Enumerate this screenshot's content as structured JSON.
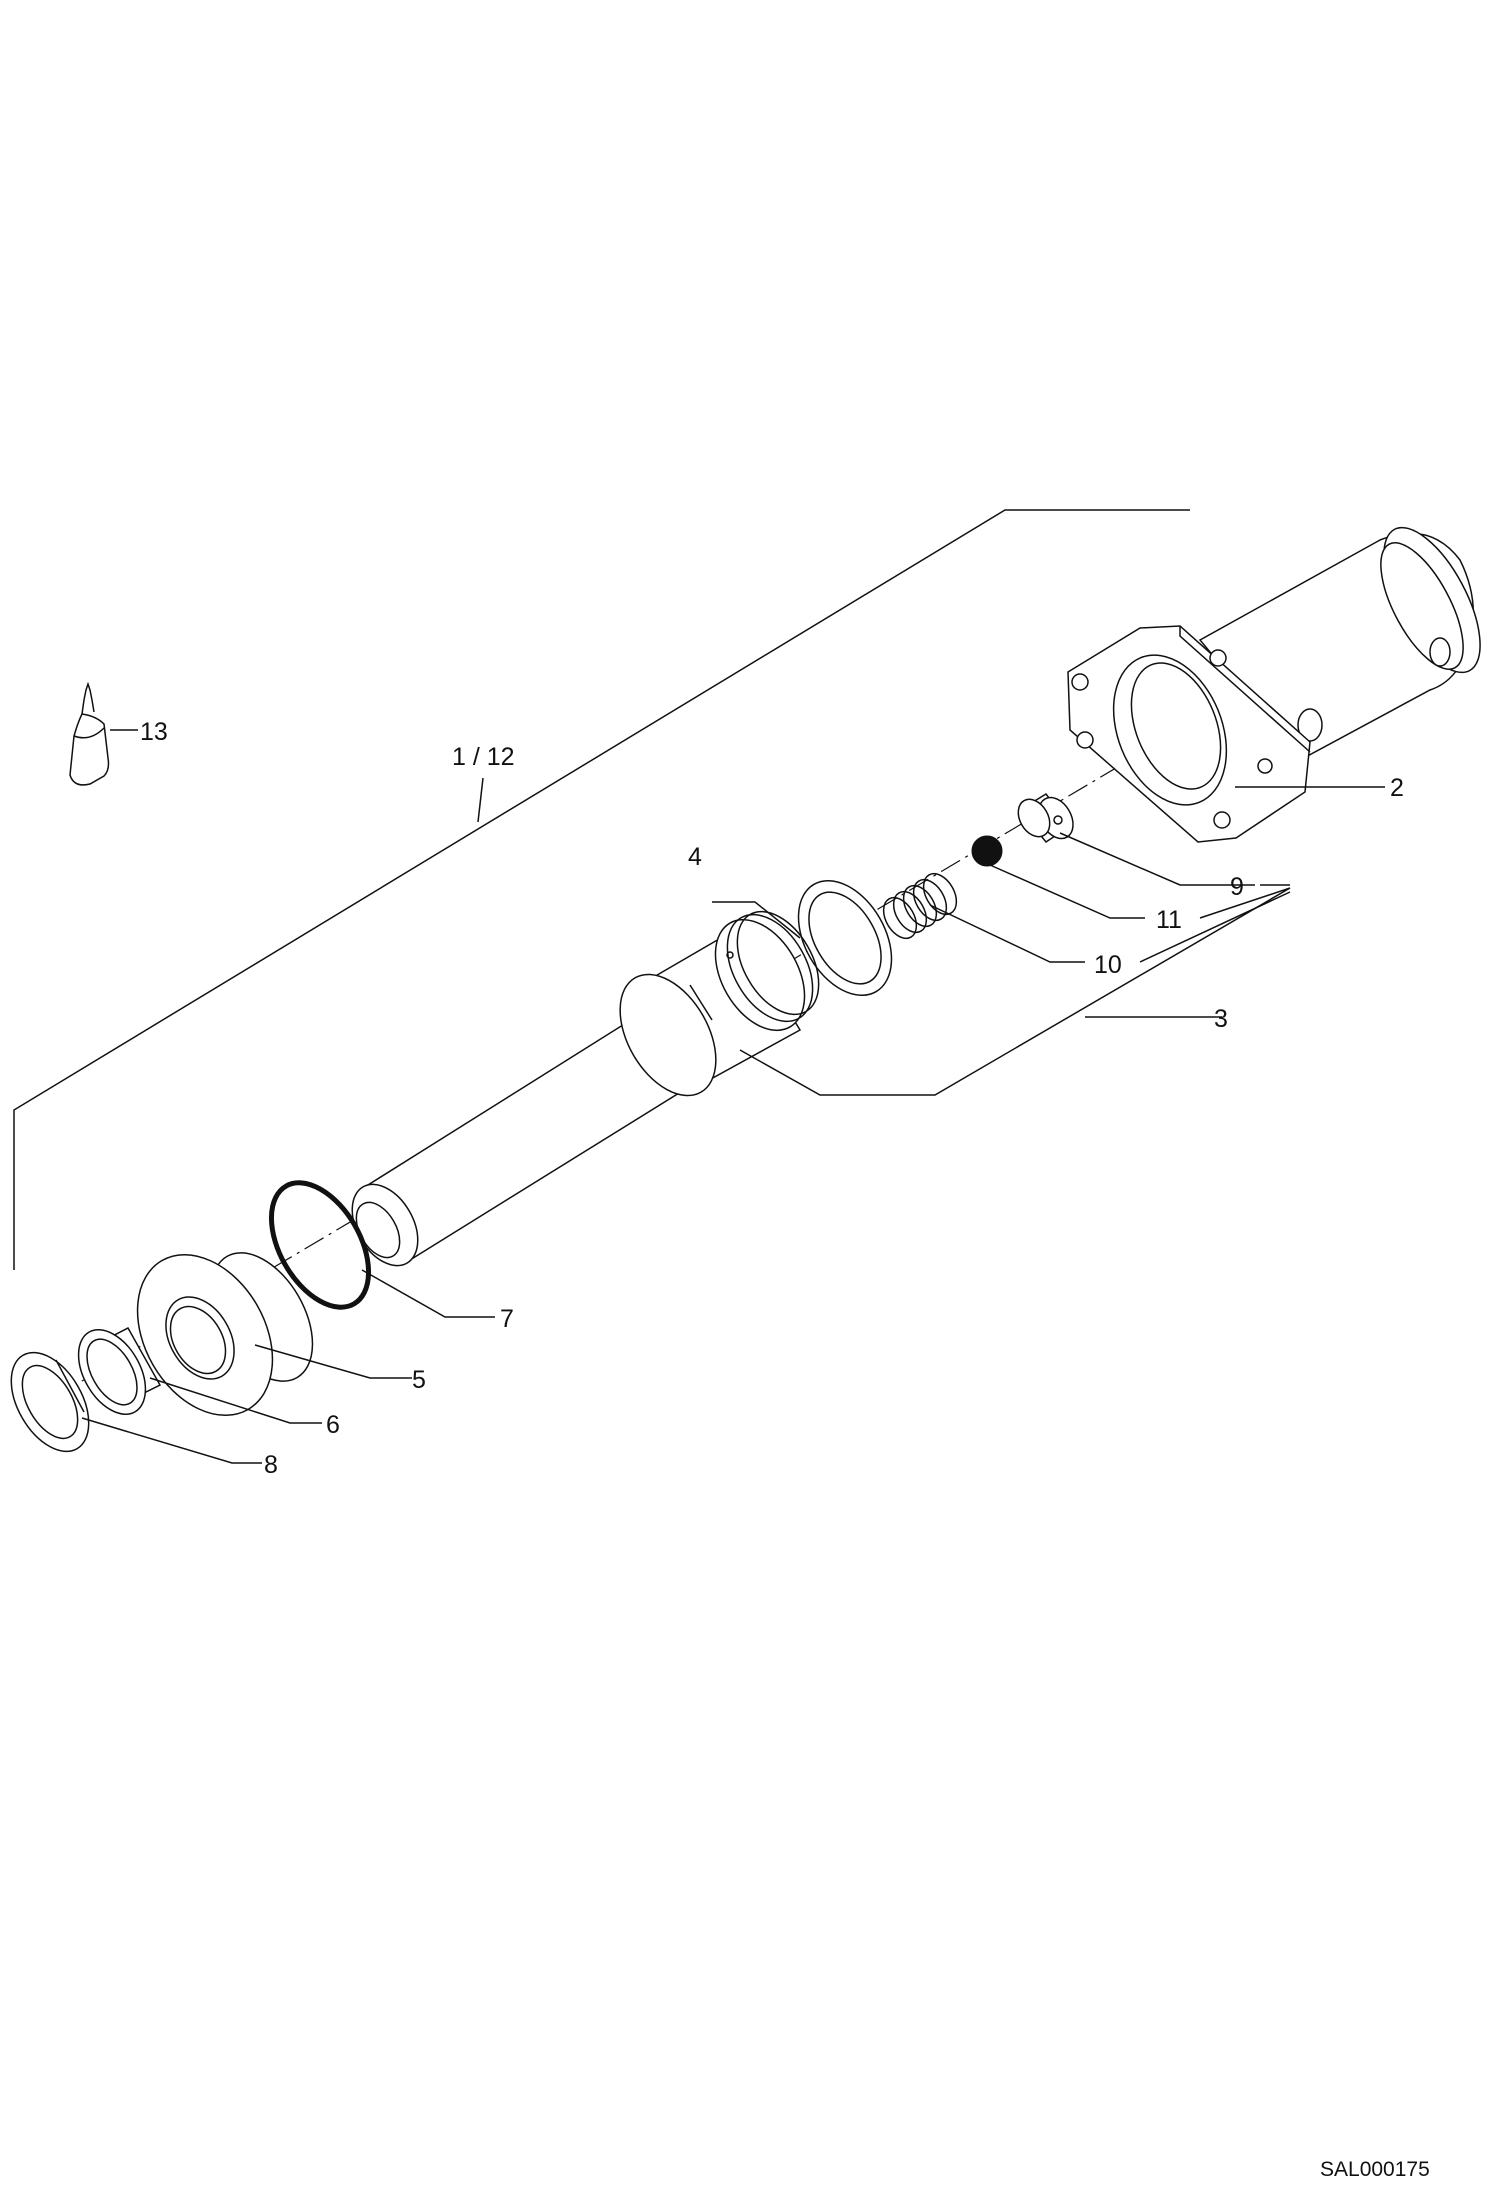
{
  "drawing_ref": "SAL000175",
  "callouts": {
    "c1_12": "1 / 12",
    "c2": "2",
    "c3": "3",
    "c4": "4",
    "c5": "5",
    "c6": "6",
    "c7": "7",
    "c8": "8",
    "c9": "9",
    "c10": "10",
    "c11": "11",
    "c13": "13"
  }
}
